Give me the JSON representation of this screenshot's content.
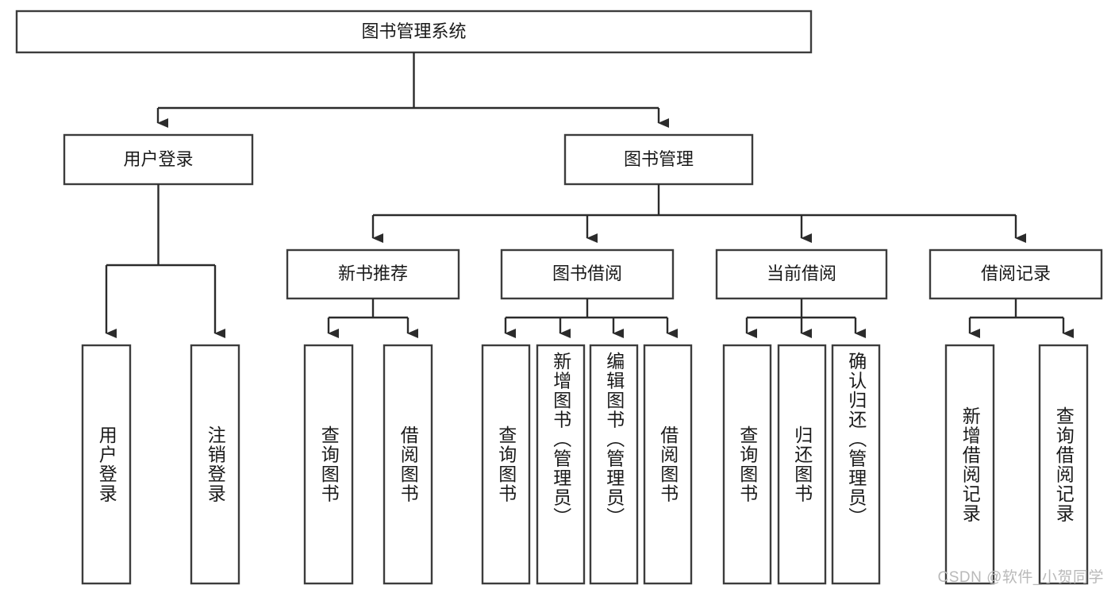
{
  "diagram": {
    "type": "tree",
    "title": "图书管理系统",
    "orientation": "top-down",
    "style": {
      "box_fill": "#ffffff",
      "box_stroke": "#3c3c3c",
      "connector_color": "#2b2b2b",
      "text_color": "#1a1a1a",
      "background": "#ffffff",
      "watermark_color": "#b9b9b9"
    },
    "levels": {
      "root": "图书管理系统",
      "level2": [
        "用户登录",
        "图书管理"
      ],
      "level3": [
        "新书推荐",
        "图书借阅",
        "当前借阅",
        "借阅记录"
      ]
    },
    "nodes": {
      "root": {
        "label": "图书管理系统"
      },
      "l2": [
        {
          "label": "用户登录"
        },
        {
          "label": "图书管理"
        }
      ],
      "l3": [
        {
          "label": "新书推荐"
        },
        {
          "label": "图书借阅"
        },
        {
          "label": "当前借阅"
        },
        {
          "label": "借阅记录"
        }
      ],
      "leaves": [
        {
          "label": "用户登录",
          "parent": "用户登录"
        },
        {
          "label": "注销登录",
          "parent": "用户登录"
        },
        {
          "label": "查询图书",
          "parent": "新书推荐"
        },
        {
          "label": "借阅图书",
          "parent": "新书推荐"
        },
        {
          "label": "查询图书",
          "parent": "图书借阅"
        },
        {
          "label": "新增图书（管理员）",
          "parent": "图书借阅"
        },
        {
          "label": "编辑图书（管理员）",
          "parent": "图书借阅"
        },
        {
          "label": "借阅图书",
          "parent": "图书借阅"
        },
        {
          "label": "查询图书",
          "parent": "当前借阅"
        },
        {
          "label": "归还图书",
          "parent": "当前借阅"
        },
        {
          "label": "确认归还（管理员）",
          "parent": "当前借阅"
        },
        {
          "label": "新增借阅记录",
          "parent": "借阅记录"
        },
        {
          "label": "查询借阅记录",
          "parent": "借阅记录"
        }
      ]
    },
    "watermark": "CSDN @软件_小贺同学"
  }
}
